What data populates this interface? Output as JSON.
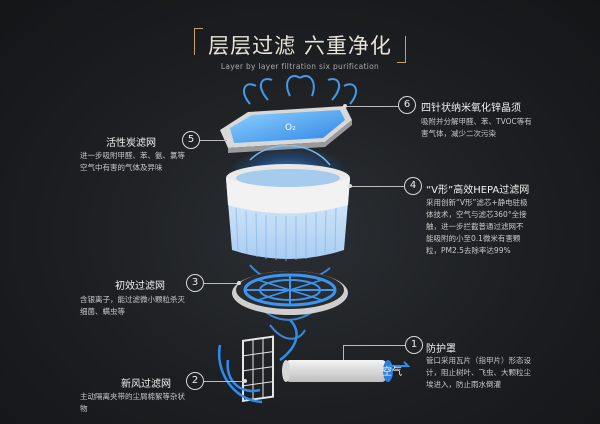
{
  "title": "层层过滤  六重净化",
  "subtitle": "Layer by layer filtration six purification",
  "o2_label": "O₂",
  "air_label": "空气",
  "callouts": [
    {
      "num": "6",
      "title": "四针状纳米氧化锌晶须",
      "desc": "吸附并分解甲醛、苯、TVOC等有害气体，减少二次污染"
    },
    {
      "num": "5",
      "title": "活性炭滤网",
      "desc": "进一步吸附甲醛、苯、氨、氯等空气中有害的气体及异味"
    },
    {
      "num": "4",
      "title": "“V形”高效HEPA过滤网",
      "desc": "采用创新“V形”滤芯+静电驻极体技术，空气与滤芯360°全接触，进一步拦截普通过滤网不能吸附的小至0.1微米有害颗粒，PM2.5去除率达99%"
    },
    {
      "num": "3",
      "title": "初效过滤网",
      "desc": "含银离子，能过滤微小颗粒杀灭细菌、螨虫等"
    },
    {
      "num": "1",
      "title": "防护罩",
      "desc": "管口采用瓦片（指甲片）形态设计，阻止树叶、飞虫、大颗粒尘埃进入，防止雨水倒灌"
    },
    {
      "num": "2",
      "title": "新风过滤网",
      "desc": "主动隔离夹带的尘屑棉絮等杂状物"
    }
  ]
}
